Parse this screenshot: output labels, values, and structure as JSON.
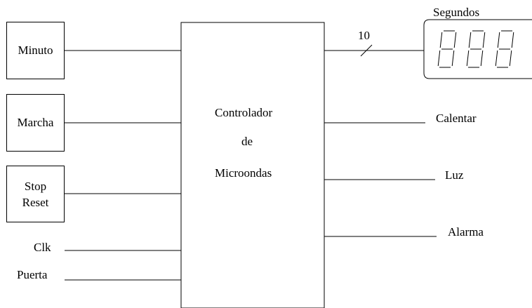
{
  "inputs": {
    "minuto": "Minuto",
    "marcha": "Marcha",
    "stop_line1": "Stop",
    "stop_line2": "Reset",
    "clk": "Clk",
    "puerta": "Puerta"
  },
  "controller": {
    "line1": "Controlador",
    "line2": "de",
    "line3": "Microondas"
  },
  "outputs": {
    "bus_width": "10",
    "display_title": "Segundos",
    "calentar": "Calentar",
    "luz": "Luz",
    "alarma": "Alarma"
  },
  "display": {
    "digits": 3,
    "segment_color": "#000000"
  }
}
